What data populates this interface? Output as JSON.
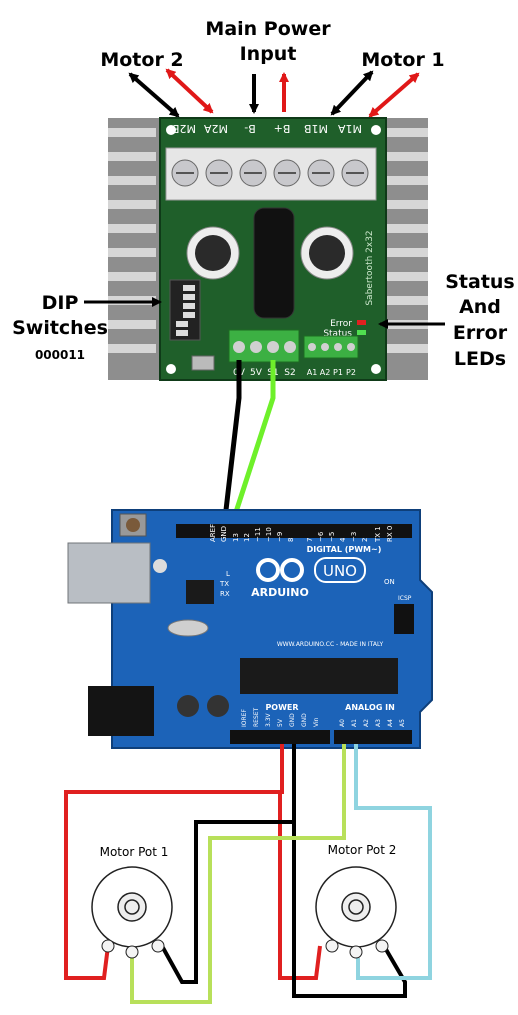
{
  "labels": {
    "main_power_line1": "Main Power",
    "main_power_line2": "Input",
    "motor2": "Motor 2",
    "motor1": "Motor 1",
    "dip_line1": "DIP",
    "dip_line2": "Switches",
    "dip_code": "000011",
    "status_line1": "Status",
    "status_line2": "And",
    "status_line3": "Error",
    "status_line4": "LEDs",
    "pot1": "Motor Pot 1",
    "pot2": "Motor Pot 2"
  },
  "sabertooth": {
    "top_terminals": "M2B M2A B- B+ M1B M1A",
    "t_m2b": "M2B",
    "t_m2a": "M2A",
    "t_bneg": "B-",
    "t_bpos": "B+",
    "t_m1b": "M1B",
    "t_m1a": "M1A",
    "side_text": "Sabertooth 2x32",
    "led_error": "Error",
    "led_status": "Status",
    "io_0v": "0V",
    "io_5v": "5V",
    "io_s1": "S1",
    "io_s2": "S2",
    "io_a1": "A1",
    "io_a2": "A2",
    "io_p1": "P1",
    "io_p2": "P2"
  },
  "arduino": {
    "brand": "ARDUINO",
    "model": "UNO",
    "digital": "DIGITAL (PWM~)",
    "website": "WWW.ARDUINO.CC - MADE IN ITALY",
    "power": "POWER",
    "analog": "ANALOG IN",
    "aref": "AREF",
    "gnd_top": "GND",
    "d13": "13",
    "d12": "12",
    "d11": "~11",
    "d10": "~10",
    "d9": "~9",
    "d8": "8",
    "d7": "7",
    "d6": "~6",
    "d5": "~5",
    "d4": "4",
    "d3": "~3",
    "d2": "2",
    "d1": "TX 1",
    "d0": "RX 0",
    "p_ioref": "IOREF",
    "p_reset": "RESET",
    "p_33v": "3.3V",
    "p_5v": "5V",
    "p_gnd1": "GND",
    "p_gnd2": "GND",
    "p_vin": "Vin",
    "a0": "A0",
    "a1": "A1",
    "a2": "A2",
    "a3": "A3",
    "a4": "A4",
    "a5": "A5",
    "tx": "TX",
    "rx": "RX",
    "l": "L",
    "on": "ON",
    "icsp": "ICSP"
  },
  "colors": {
    "heatsink": "#9a9a9a",
    "pcb_green": "#1f5f2a",
    "pcb_blue": "#1c63b8",
    "wire_red": "#e02020",
    "wire_black": "#000000",
    "wire_green": "#7cf02a",
    "wire_lime": "#b8e05a",
    "wire_cyan": "#8fd4e0",
    "arrow_red": "#e01818",
    "arrow_black": "#000000"
  }
}
